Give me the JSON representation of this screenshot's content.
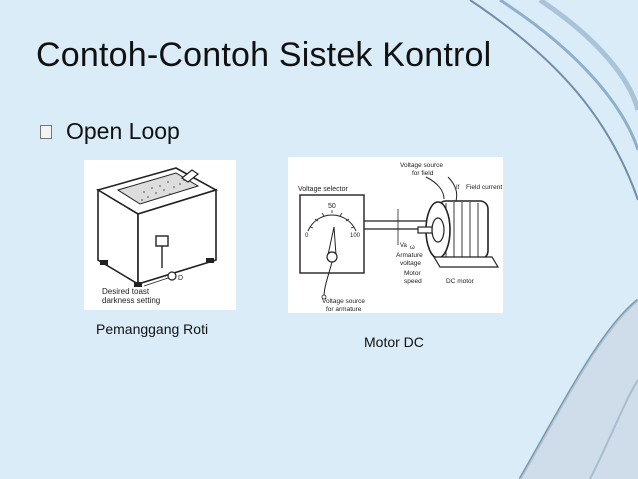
{
  "slide": {
    "title": "Contoh-Contoh Sistek Kontrol",
    "bullet": "Open Loop",
    "colors": {
      "background": "#d9ecf8",
      "deco": "#7f9fb8",
      "text": "#111111"
    }
  },
  "toaster": {
    "caption": "Pemanggang Roti",
    "annotation_line1": "Desired toast",
    "annotation_line2": "darkness setting",
    "dial_label": "D"
  },
  "motor": {
    "caption": "Motor DC",
    "voltage_selector": "Voltage selector",
    "scale_value": "50",
    "scale_zero": "0",
    "scale_max": "100",
    "voltage_field_line1": "Voltage source",
    "voltage_field_line2": "for field",
    "field_current": "Field current",
    "armature_line1": "Armature",
    "armature_line2": "voltage",
    "motor_speed_line1": "Motor",
    "motor_speed_line2": "speed",
    "dc_motor": "DC motor",
    "voltage_armature_line1": "Voltage source",
    "voltage_armature_line2": "for armature",
    "symbol_va": "Va",
    "symbol_if": "If",
    "symbol_omega": "ω"
  }
}
